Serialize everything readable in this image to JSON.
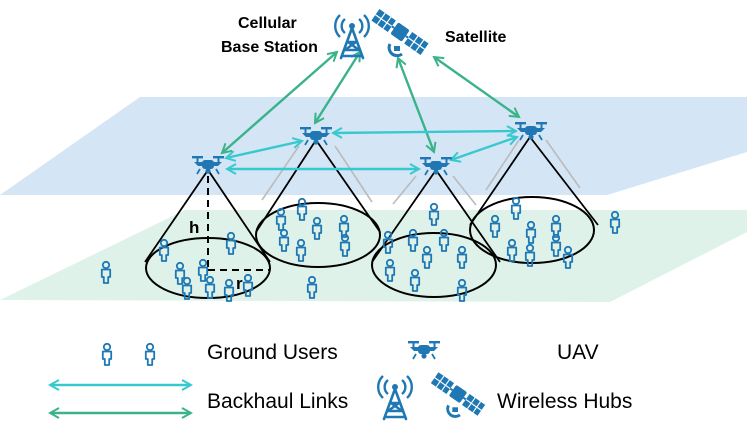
{
  "diagram": {
    "top_labels": {
      "base_station_line1": "Cellular",
      "base_station_line2": "Base Station",
      "satellite": "Satellite"
    },
    "cone_labels": {
      "height": "h",
      "radius": "r"
    },
    "legend": {
      "ground_users": "Ground  Users",
      "uav": "UAV",
      "backhaul_links": "Backhaul Links",
      "wireless_hubs": "Wireless Hubs"
    },
    "colors": {
      "icon_blue": "#1f78b4",
      "backhaul_link": "#38c9cf",
      "hub_link": "#3bb38a",
      "uav_plane": "#d4e5f5",
      "ground_plane": "#dff2ea"
    },
    "icons": [
      "cell-tower-icon",
      "satellite-icon",
      "drone-icon",
      "user-icon"
    ]
  }
}
